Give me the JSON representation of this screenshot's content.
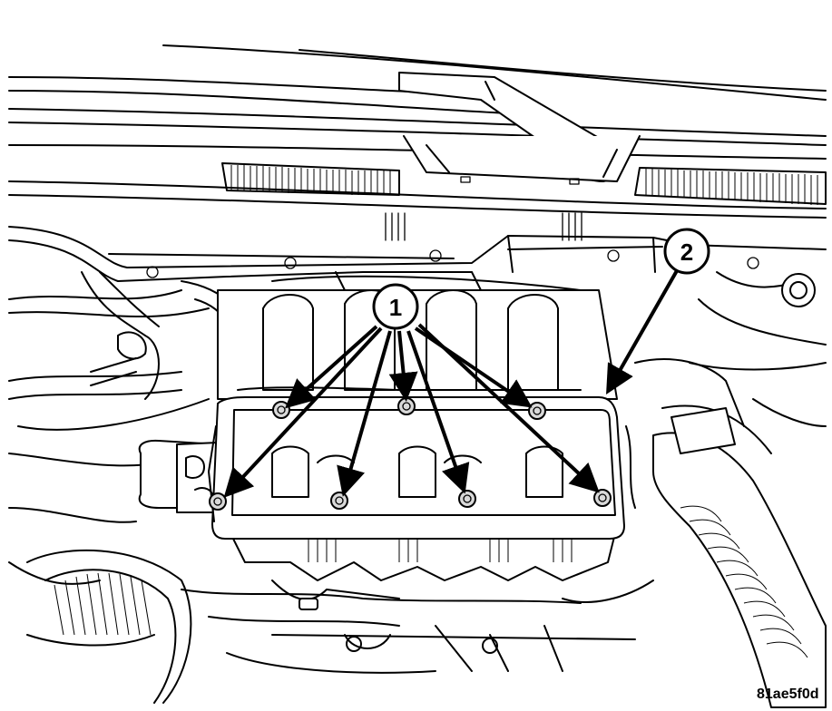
{
  "callouts": [
    {
      "label": "1",
      "target": "ignition-coil-bolts"
    },
    {
      "label": "2",
      "target": "cover"
    }
  ],
  "figure_id": "81ae5f0d"
}
